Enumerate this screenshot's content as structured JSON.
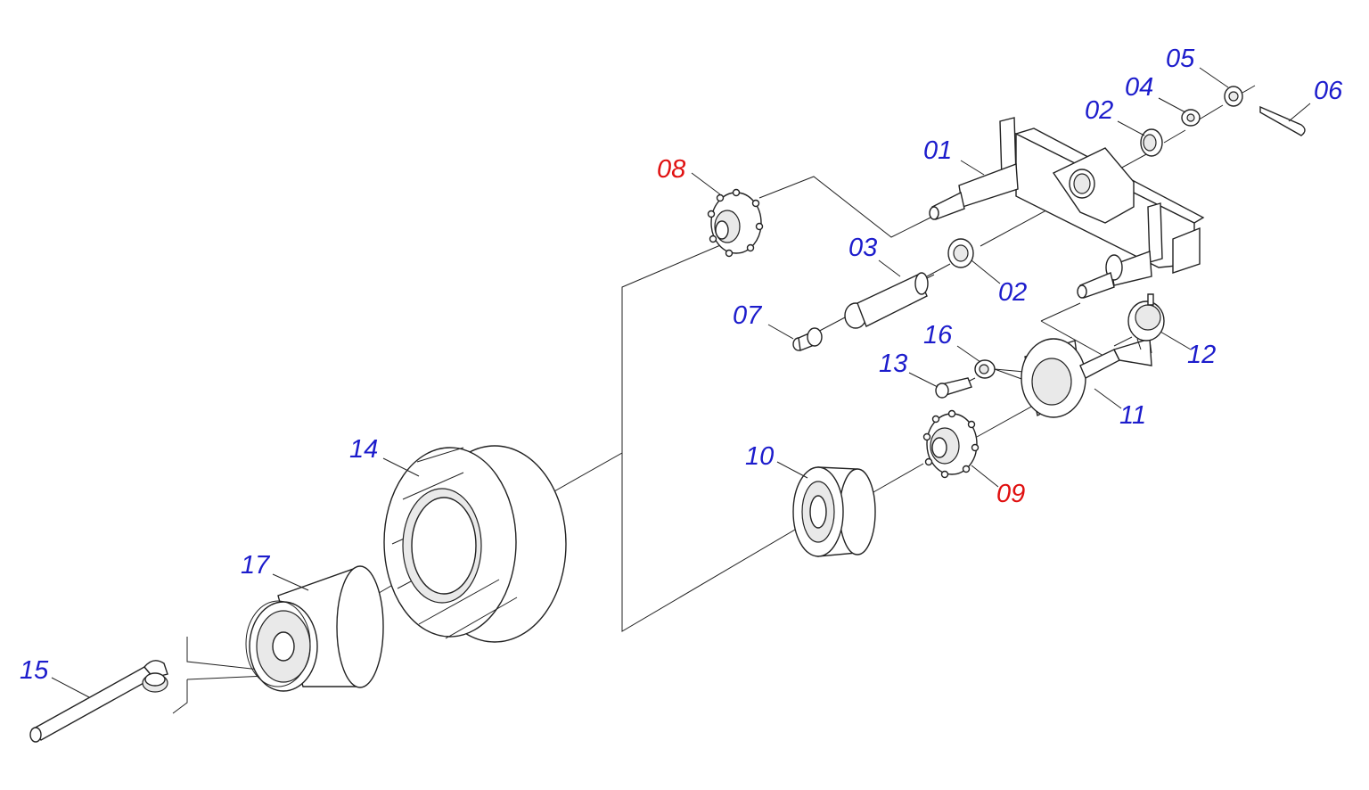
{
  "colors": {
    "standard": "#1c1ccc",
    "highlight": "#e01010",
    "lines": "#222222"
  },
  "callouts": [
    {
      "id": "lbl-01",
      "text": "01",
      "color": "#1c1ccc"
    },
    {
      "id": "lbl-02a",
      "text": "02",
      "color": "#1c1ccc"
    },
    {
      "id": "lbl-02b",
      "text": "02",
      "color": "#1c1ccc"
    },
    {
      "id": "lbl-03",
      "text": "03",
      "color": "#1c1ccc"
    },
    {
      "id": "lbl-04",
      "text": "04",
      "color": "#1c1ccc"
    },
    {
      "id": "lbl-05",
      "text": "05",
      "color": "#1c1ccc"
    },
    {
      "id": "lbl-06",
      "text": "06",
      "color": "#1c1ccc"
    },
    {
      "id": "lbl-07",
      "text": "07",
      "color": "#1c1ccc"
    },
    {
      "id": "lbl-08",
      "text": "08",
      "color": "#e01010"
    },
    {
      "id": "lbl-09",
      "text": "09",
      "color": "#e01010"
    },
    {
      "id": "lbl-10",
      "text": "10",
      "color": "#1c1ccc"
    },
    {
      "id": "lbl-11",
      "text": "11",
      "color": "#1c1ccc"
    },
    {
      "id": "lbl-12",
      "text": "12",
      "color": "#1c1ccc"
    },
    {
      "id": "lbl-13",
      "text": "13",
      "color": "#1c1ccc"
    },
    {
      "id": "lbl-14",
      "text": "14",
      "color": "#1c1ccc"
    },
    {
      "id": "lbl-15",
      "text": "15",
      "color": "#1c1ccc"
    },
    {
      "id": "lbl-16",
      "text": "16",
      "color": "#1c1ccc"
    },
    {
      "id": "lbl-17",
      "text": "17",
      "color": "#1c1ccc"
    }
  ]
}
